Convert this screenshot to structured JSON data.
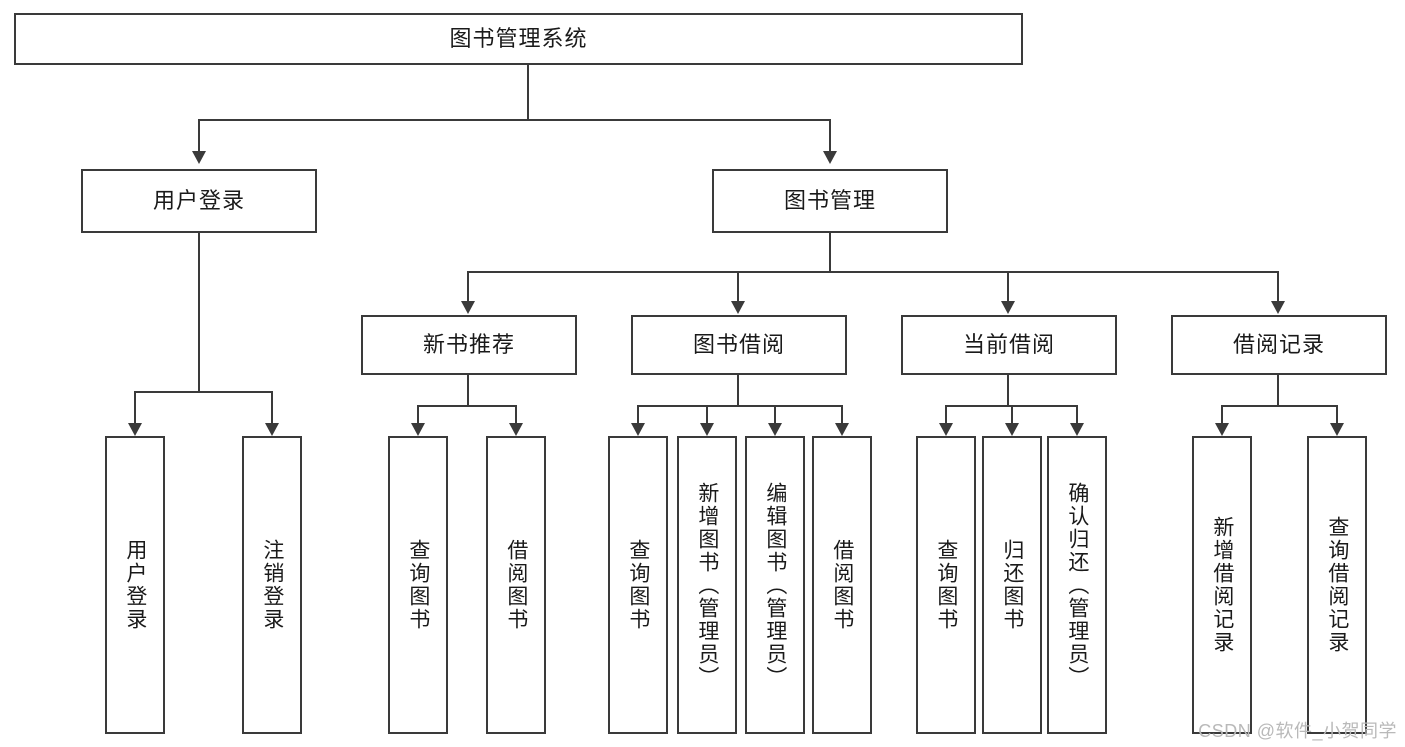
{
  "diagram": {
    "type": "tree",
    "title": "图书管理系统",
    "watermark": "CSDN @软件_小贺同学",
    "colors": {
      "border": "#3a3a3a",
      "background": "#ffffff",
      "text": "#1a1a1a",
      "watermark": "#b9b9b9"
    },
    "nodes": {
      "root": "图书管理系统",
      "level2": {
        "user_login": "用户登录",
        "book_management": "图书管理"
      },
      "level3": {
        "new_book_recommend": "新书推荐",
        "book_borrow": "图书借阅",
        "current_borrow": "当前借阅",
        "borrow_record": "借阅记录"
      },
      "leaves": {
        "user_login_1": "用户登录",
        "user_login_2": "注销登录",
        "recommend_1": "查询图书",
        "recommend_2": "借阅图书",
        "borrow_1": "查询图书",
        "borrow_2": "新增图书（管理员）",
        "borrow_3": "编辑图书（管理员）",
        "borrow_4": "借阅图书",
        "current_1": "查询图书",
        "current_2": "归还图书",
        "current_3": "确认归还（管理员）",
        "record_1": "新增借阅记录",
        "record_2": "查询借阅记录"
      }
    }
  }
}
